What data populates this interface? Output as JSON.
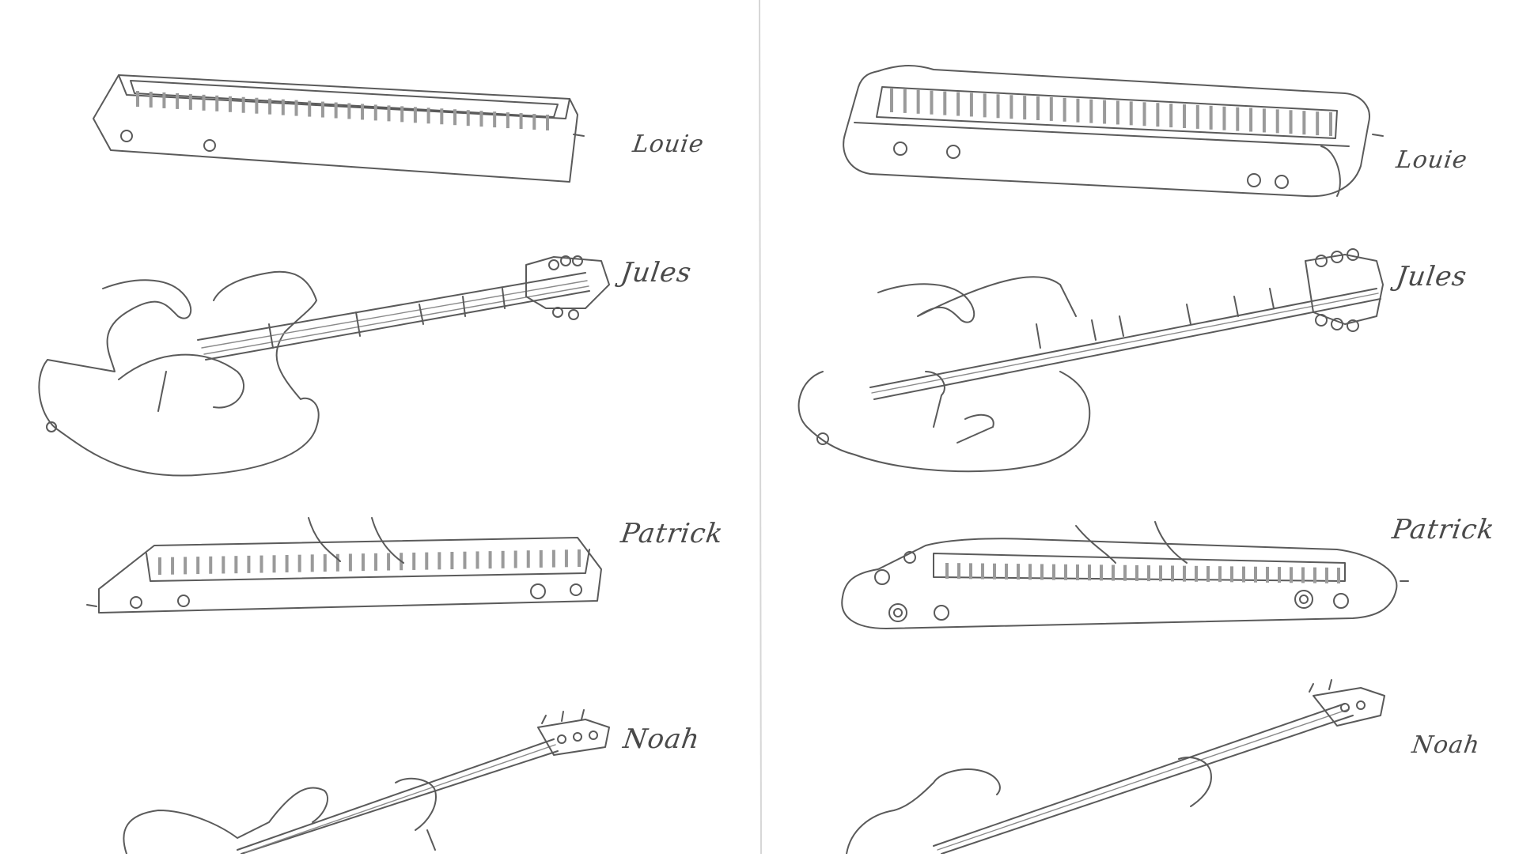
{
  "labels": {
    "left": [
      "Louie",
      "Jules",
      "Patrick",
      "Noah"
    ],
    "right": [
      "Louie",
      "Jules",
      "Patrick",
      "Noah"
    ]
  },
  "colors": {
    "paper": "#ffffff",
    "pencil": "#5a5a5a",
    "divider": "#d6d6d6"
  }
}
